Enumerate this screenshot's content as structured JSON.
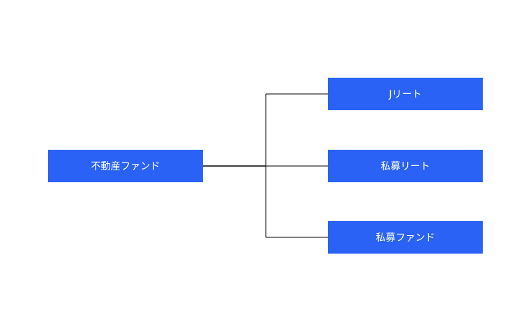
{
  "colors": {
    "node_fill": "#2962f4",
    "node_text": "#ffffff",
    "connector": "#000000",
    "background": "#ffffff"
  },
  "diagram": {
    "type": "tree",
    "root": {
      "label": "不動産ファンド"
    },
    "children": [
      {
        "label": "Jリート"
      },
      {
        "label": "私募リート"
      },
      {
        "label": "私募ファンド"
      }
    ]
  }
}
